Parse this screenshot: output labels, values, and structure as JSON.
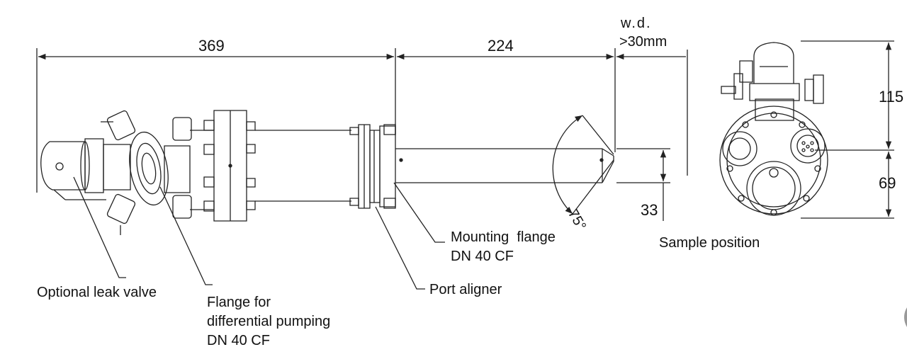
{
  "dimensions": {
    "overall_length": "369",
    "tube_length": "224",
    "working_distance_line1": "w.d.",
    "working_distance_line2": ">30mm",
    "axis_offset": "33",
    "cone_angle": "75°",
    "upper_height": "115",
    "lower_height": "69"
  },
  "callouts": {
    "leak_valve": "Optional leak valve",
    "pump_flange_line1": "Flange for",
    "pump_flange_line2": "differential pumping",
    "pump_flange_line3": "DN 40 CF",
    "mounting_flange_line1": "Mounting  flange",
    "mounting_flange_line2": "DN 40 CF",
    "port_aligner": "Port aligner",
    "sample_position": "Sample position"
  }
}
